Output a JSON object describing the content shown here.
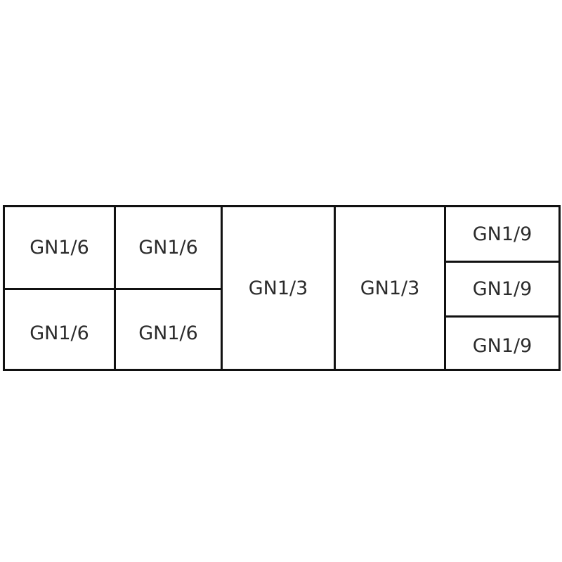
{
  "diagram": {
    "title": "Gastronorm container layout",
    "cells": [
      {
        "label": "GN1/6"
      },
      {
        "label": "GN1/6"
      },
      {
        "label": "GN1/6"
      },
      {
        "label": "GN1/6"
      },
      {
        "label": "GN1/3"
      },
      {
        "label": "GN1/3"
      },
      {
        "label": "GN1/9"
      },
      {
        "label": "GN1/9"
      },
      {
        "label": "GN1/9"
      }
    ],
    "line_color": "#111111"
  }
}
